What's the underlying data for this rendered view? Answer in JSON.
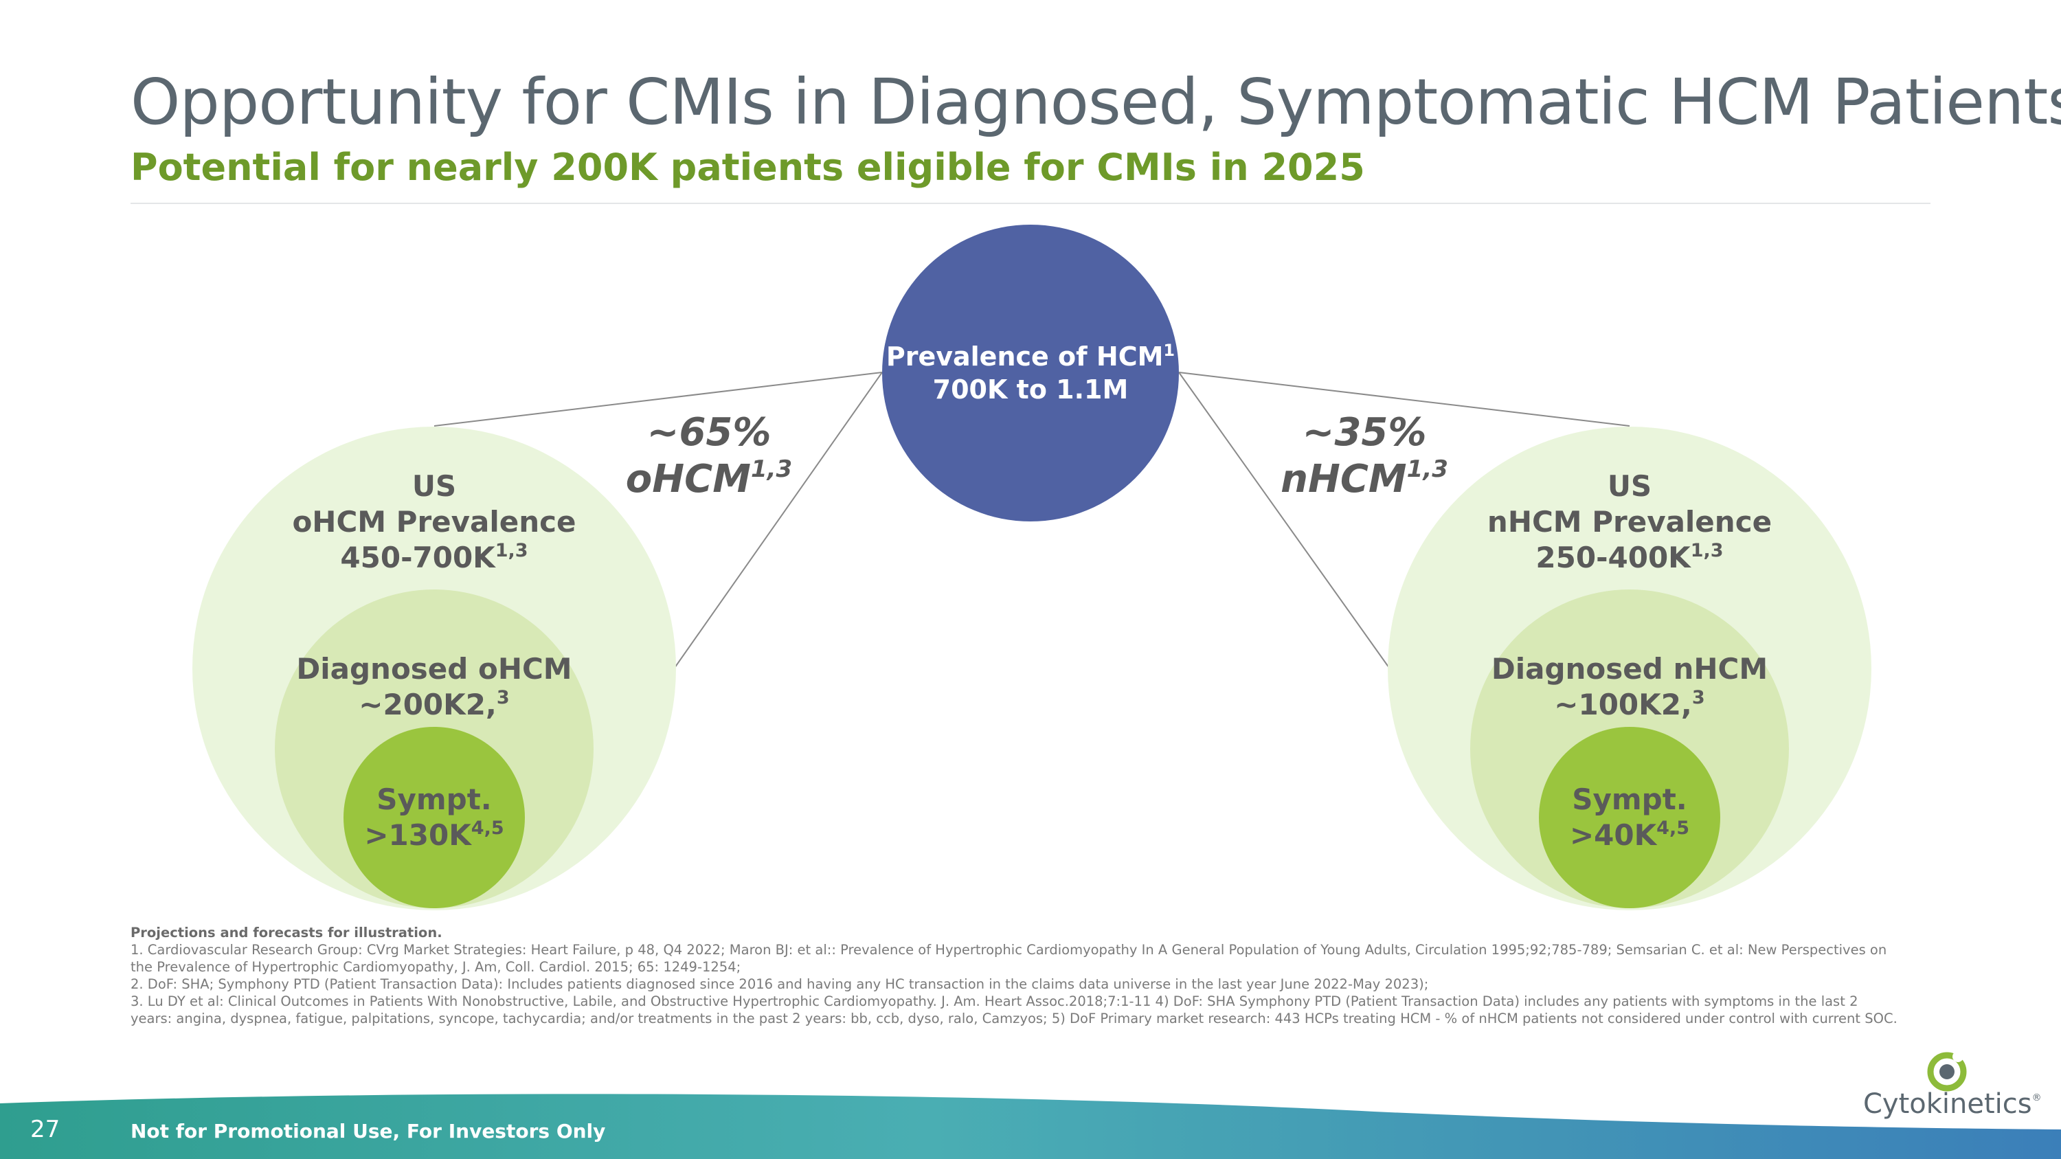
{
  "header": {
    "title": "Opportunity for CMIs in Diagnosed, Symptomatic HCM Patients",
    "subtitle": "Potential for nearly 200K patients eligible for CMIs in 2025"
  },
  "diagram": {
    "top_node": {
      "line1": "Prevalence of HCM",
      "line1_sup": "1",
      "line2": "700K to 1.1M"
    },
    "left_branch": {
      "pct": "~65%",
      "type": "oHCM",
      "type_sup": "1,3",
      "outer": {
        "line1": "US",
        "line2": "oHCM Prevalence",
        "line3": "450-700K",
        "line3_sup": "1,3"
      },
      "middle": {
        "line1": "Diagnosed oHCM",
        "line2": "~200K2,",
        "line2_sup": "3"
      },
      "inner": {
        "line1": "Sympt.",
        "line2": ">130K",
        "line2_sup": "4,5"
      }
    },
    "right_branch": {
      "pct": "~35%",
      "type": "nHCM",
      "type_sup": "1,3",
      "outer": {
        "line1": "US",
        "line2": "nHCM Prevalence",
        "line3": "250-400K",
        "line3_sup": "1,3"
      },
      "middle": {
        "line1": "Diagnosed nHCM",
        "line2": "~100K2,",
        "line2_sup": "3"
      },
      "inner": {
        "line1": "Sympt.",
        "line2": ">40K",
        "line2_sup": "4,5"
      }
    },
    "colors": {
      "top": "#5062a3",
      "outer": "#eaf5dc",
      "middle": "#d8e9b6",
      "inner": "#9ac53e"
    }
  },
  "footnotes": {
    "projection": "Projections and forecasts for illustration.",
    "lines": [
      "1. Cardiovascular Research Group: CVrg Market Strategies: Heart Failure, p 48, Q4 2022;  Maron BJ: et al:: Prevalence of Hypertrophic Cardiomyopathy In A General Population of Young Adults, Circulation 1995;92;785-789; Semsarian C. et al: New Perspectives on",
      "the Prevalence of Hypertrophic Cardiomyopathy, J. Am, Coll. Cardiol. 2015; 65: 1249-1254;",
      "2. DoF: SHA; Symphony PTD (Patient Transaction Data): Includes patients diagnosed since 2016 and having any HC transaction in the claims data universe in the last year June 2022-May 2023);",
      "3. Lu DY et al: Clinical Outcomes in Patients With Nonobstructive, Labile, and Obstructive Hypertrophic Cardiomyopathy. J. Am. Heart Assoc.2018;7:1-11  4) DoF: SHA Symphony PTD (Patient Transaction Data) includes any patients with symptoms in the last 2",
      "years: angina,  dyspnea, fatigue, palpitations, syncope, tachycardia; and/or treatments in the past 2 years: bb, ccb, dyso, ralo, Camzyos; 5) DoF Primary market research: 443 HCPs treating HCM - % of nHCM patients not considered under control with current SOC."
    ]
  },
  "footer": {
    "page_number": "27",
    "disclaimer": "Not for Promotional Use, For Investors Only",
    "logo_text": "Cytokinetics",
    "logo_mark": "®"
  }
}
